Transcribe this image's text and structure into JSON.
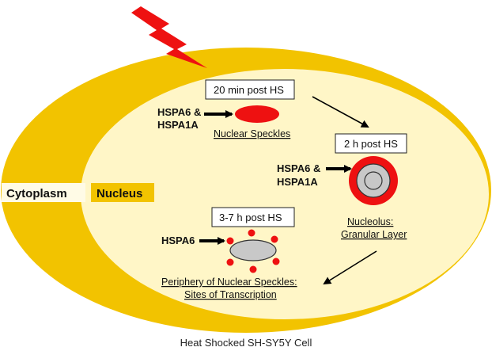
{
  "labels": {
    "cytoplasm": "Cytoplasm",
    "nucleus": "Nucleus",
    "caption": "Heat Shocked SH-SY5Y Cell"
  },
  "stages": [
    {
      "time": "20 min post HS",
      "proteins": [
        "HSPA6 &",
        "HSPA1A"
      ],
      "location": [
        "Nuclear Speckles"
      ]
    },
    {
      "time": "2 h post HS",
      "proteins": [
        "HSPA6 &",
        "HSPA1A"
      ],
      "location": [
        "Nucleolus:",
        "Granular Layer"
      ]
    },
    {
      "time": "3-7 h post HS",
      "proteins": [
        "HSPA6"
      ],
      "location": [
        "Periphery of Nuclear Speckles:",
        "Sites of Transcription"
      ]
    }
  ],
  "colors": {
    "cytoplasm": "#f2c300",
    "nucleus": "#fff6c7",
    "heat_shock_bolt": "#ee1111",
    "speckle": "#ee1111",
    "nucleolus_outer": "#ee1111",
    "nucleolus_inner": "#c8c8c8",
    "arrow": "#000000"
  },
  "icons": {
    "heat_shock": "lightning-bolt-icon"
  }
}
